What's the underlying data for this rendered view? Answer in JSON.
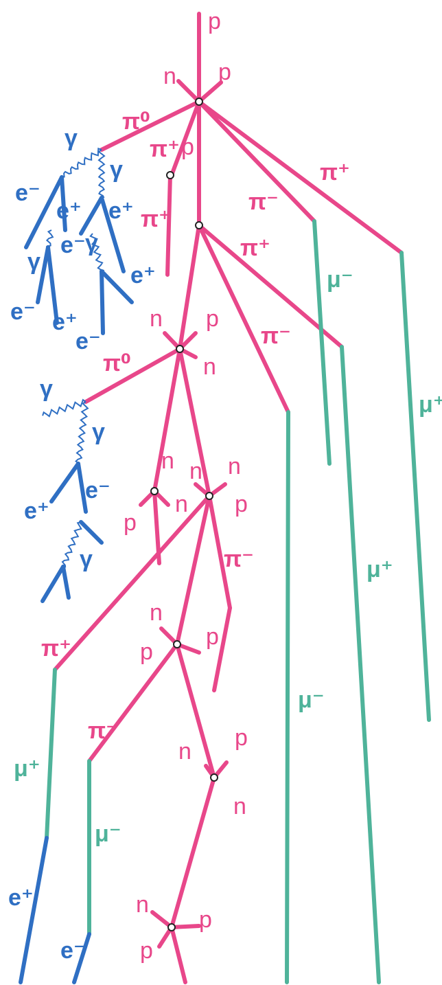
{
  "colors": {
    "hadron": "#e8478a",
    "muon": "#4fb39a",
    "em": "#2f6fc3",
    "vertex": "#ffffff",
    "vertex_stroke": "#222222",
    "background": "#ffffff"
  },
  "particles": {
    "proton": "p",
    "neutron": "n",
    "pi_zero": "π⁰",
    "pi_plus": "π⁺",
    "pi_minus": "π⁻",
    "mu_plus": "μ⁺",
    "mu_minus": "μ⁻",
    "electron": "e⁻",
    "positron": "e⁺",
    "photon": "γ"
  }
}
